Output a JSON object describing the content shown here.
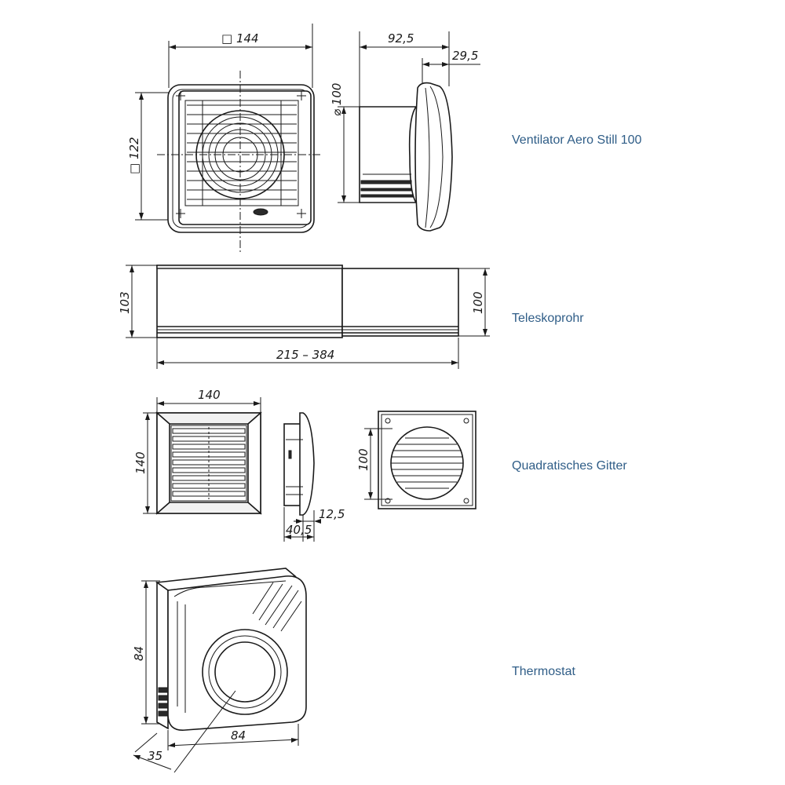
{
  "colors": {
    "label": "#2f5d87",
    "ink": "#1a1a1a"
  },
  "labels": {
    "ventilator": "Ventilator Aero Still 100",
    "teleskoprohr": "Teleskoprohr",
    "gitter": "Quadratisches Gitter",
    "thermostat": "Thermostat"
  },
  "dims": {
    "fan_width": "□ 144",
    "fan_height": "□ 122",
    "fan_diameter": "⌀ 100",
    "fan_depth": "92,5",
    "fan_front_depth": "29,5",
    "pipe_outer": "103",
    "pipe_inner": "100",
    "pipe_length": "215 – 384",
    "grille_width": "140",
    "grille_height": "140",
    "grille_side_front": "12,5",
    "grille_side_depth": "40,5",
    "grille_back_diameter": "100",
    "thermo_height": "84",
    "thermo_width": "84",
    "thermo_depth": "35"
  }
}
